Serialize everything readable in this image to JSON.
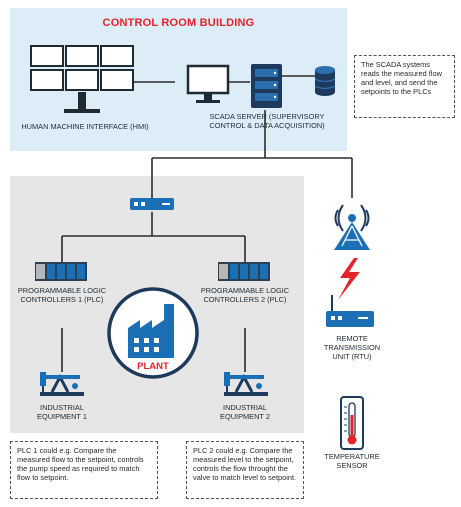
{
  "title": "CONTROL ROOM BUILDING",
  "hmi": {
    "label": "HUMAN MACHINE INTERFACE (HMI)"
  },
  "scada": {
    "label": "SCADA SERVER (SUPERVISORY CONTROL & DATA ACQUISITION)"
  },
  "scada_note": "The SCADA systems reads the measured flow and level, and send the setpoints to the PLCs",
  "plc1": {
    "label": "PROGRAMMABLE LOGIC CONTROLLERS 1 (PLC)"
  },
  "plc2": {
    "label": "PROGRAMMABLE LOGIC CONTROLLERS 2 (PLC)"
  },
  "plant": {
    "label": "PLANT"
  },
  "equipment1": {
    "label": "INDUSTRIAL EQUIPMENT 1"
  },
  "equipment2": {
    "label": "INDUSTRIAL EQUIPMENT 2"
  },
  "rtu": {
    "label": "REMOTE TRANSMISSION UNIT (RTU)"
  },
  "temperature": {
    "label": "TEMPERATURE SENSOR"
  },
  "plc1_note": "PLC 1 could e.g. Compare the measured flow to the setpoint, controls the pump speed as required to match flow to setpoint.",
  "plc2_note": "PLC 2 could e.g. Compare the measured level to the setpoint, controls the flow throught the valve to match level to setpoint.",
  "colors": {
    "accent_red": "#e4222a",
    "device_blue": "#1a6fb5",
    "navy": "#1d3a5c",
    "control_room_bg": "#dcedf8",
    "plant_bg": "#e6e6e6"
  },
  "icons": [
    "monitor-wall-icon",
    "computer-monitor-icon",
    "server-rack-icon",
    "database-icon",
    "network-switch-icon",
    "radio-tower-icon",
    "lightning-icon",
    "rtu-device-icon",
    "plc-rack-icon",
    "factory-icon",
    "pumpjack-icon",
    "thermometer-icon"
  ]
}
